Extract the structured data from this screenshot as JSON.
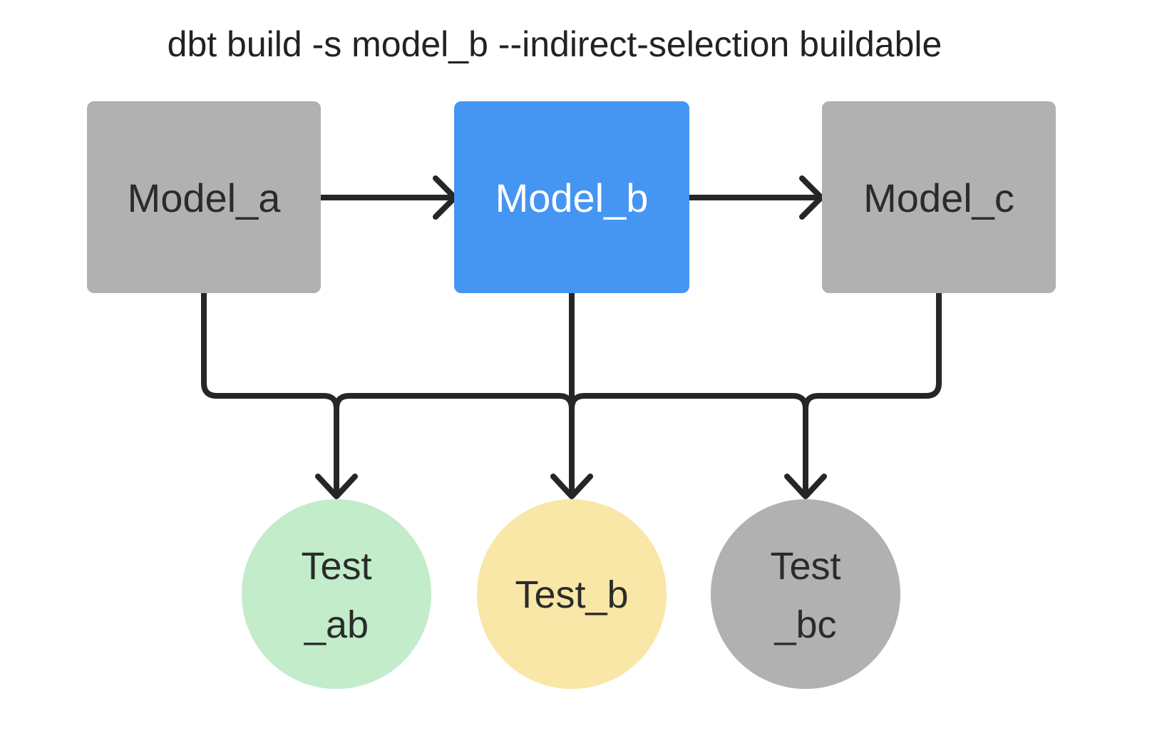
{
  "title": "dbt build -s model_b --indirect-selection buildable",
  "colors": {
    "background": "#ffffff",
    "edge": "#262626",
    "text_dark": "#222222",
    "model_gray": "#b1b1b1",
    "model_selected_blue": "#4595f2",
    "test_green": "#c2ecca",
    "test_yellow": "#f8e7a6",
    "test_gray": "#b1b1b1"
  },
  "models": [
    {
      "id": "model_a",
      "label": "Model_a",
      "fill": "#b1b1b1",
      "text_color": "#2b2b2b",
      "selected": false
    },
    {
      "id": "model_b",
      "label": "Model_b",
      "fill": "#4595f2",
      "text_color": "#ffffff",
      "selected": true
    },
    {
      "id": "model_c",
      "label": "Model_c",
      "fill": "#b1b1b1",
      "text_color": "#2b2b2b",
      "selected": false
    }
  ],
  "tests": [
    {
      "id": "test_ab",
      "line1": "Test",
      "line2": "_ab",
      "fill": "#c2ecca",
      "text_color": "#2b2b2b"
    },
    {
      "id": "test_b",
      "line1": "Test_b",
      "line2": "",
      "fill": "#f8e7a6",
      "text_color": "#2b2b2b"
    },
    {
      "id": "test_bc",
      "line1": "Test",
      "line2": "_bc",
      "fill": "#b1b1b1",
      "text_color": "#2b2b2b"
    }
  ],
  "edges": [
    "model_a → model_b",
    "model_b → model_c",
    "model_a → test_ab",
    "model_b → test_ab",
    "model_b → test_b",
    "model_b → test_bc",
    "model_c → test_bc"
  ]
}
